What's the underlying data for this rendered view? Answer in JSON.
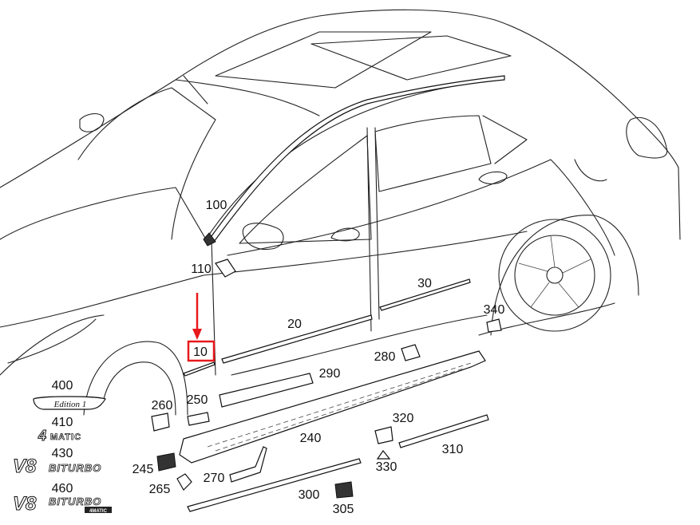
{
  "diagram": {
    "callouts": {
      "p10": "10",
      "p20": "20",
      "p30": "30",
      "p100": "100",
      "p110": "110",
      "p240": "240",
      "p245": "245",
      "p250": "250",
      "p260": "260",
      "p265": "265",
      "p270": "270",
      "p280": "280",
      "p290": "290",
      "p300": "300",
      "p305": "305",
      "p310": "310",
      "p320": "320",
      "p330": "330",
      "p340": "340",
      "p400": "400",
      "p410": "410",
      "p430": "430",
      "p460": "460"
    },
    "badges": {
      "edition": "Edition 1",
      "matic_num": "4",
      "matic": "MATIC",
      "v8": "V8",
      "biturbo": "BITURBO",
      "biturbo2": "BITURBO",
      "matic_small": "4MATIC"
    },
    "highlight": {
      "callout": "10",
      "color": "#e8191c"
    }
  }
}
